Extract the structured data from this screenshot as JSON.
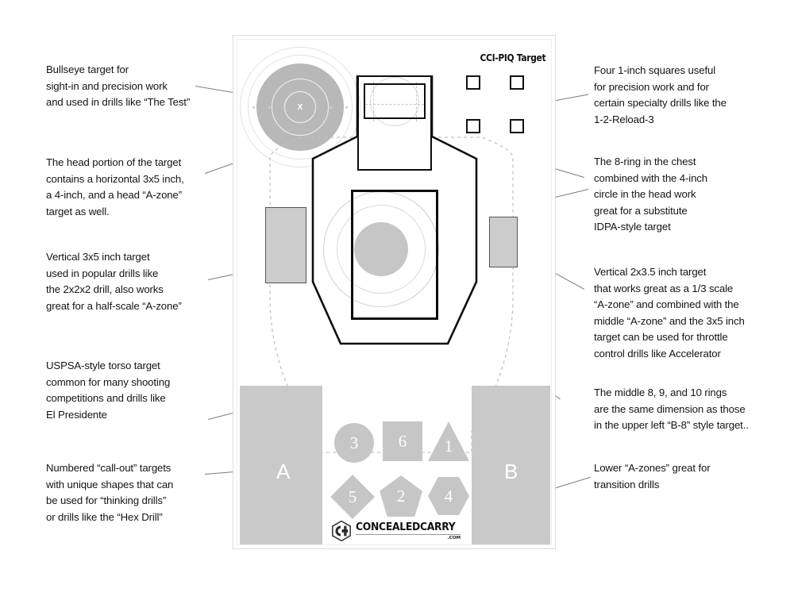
{
  "sheet": {
    "title": "CCI-PIQ Target",
    "bullseye": {
      "center_mark": "X"
    },
    "azone_labels": {
      "left": "A",
      "right": "B"
    },
    "callout_shapes": [
      {
        "shape": "circle",
        "number": "3"
      },
      {
        "shape": "square",
        "number": "6"
      },
      {
        "shape": "triangle",
        "number": "1"
      },
      {
        "shape": "diamond",
        "number": "5"
      },
      {
        "shape": "pentagon",
        "number": "2"
      },
      {
        "shape": "hexagon",
        "number": "4"
      }
    ],
    "logo": {
      "word": "CONCEALEDCARRY",
      "tld": ".COM",
      "mark": "cc-hex-logo-icon"
    }
  },
  "annotations": {
    "left": [
      {
        "id": "bullseye-note",
        "text": "Bullseye target for\nsight-in and precision work\nand used in drills like “The Test”"
      },
      {
        "id": "head-note",
        "text": "The head portion of the target\ncontains a horizontal 3x5 inch,\na 4-inch, and a head “A-zone”\ntarget as well."
      },
      {
        "id": "vertical35-note",
        "text": "Vertical 3x5 inch target\nused in popular drills like\nthe 2x2x2 drill, also works\ngreat for a half-scale “A-zone”"
      },
      {
        "id": "uspsa-note",
        "text": "USPSA-style torso target\ncommon for many shooting\ncompetitions and drills like\nEl Presidente"
      },
      {
        "id": "callout-note",
        "text": "Numbered “call-out” targets\nwith unique shapes that can\nbe used for “thinking drills”\nor drills like the “Hex Drill”"
      }
    ],
    "right": [
      {
        "id": "squares-note",
        "text": "Four 1-inch squares useful\nfor precision work and for\ncertain specialty drills like the\n1-2-Reload-3"
      },
      {
        "id": "eightring-note",
        "text": "The 8-ring in the chest\ncombined with the 4-inch\ncircle in the head work\ngreat for a substitute\nIDPA-style target"
      },
      {
        "id": "vertical235-note",
        "text": "Vertical 2x3.5 inch target\nthat works great as a 1/3 scale\n“A-zone” and combined with the\nmiddle “A-zone” and the 3x5 inch\ntarget can be used for throttle\ncontrol drills like Accelerator"
      },
      {
        "id": "rings-note",
        "text": "The middle 8, 9, and 10 rings\nare the same dimension as those\nin the upper left “B-8” style target.."
      },
      {
        "id": "lowerazone-note",
        "text": "Lower “A-zones” great for\ntransition drills"
      }
    ]
  },
  "colors": {
    "paper": "#ffffff",
    "ink": "#0d0d0d",
    "gray_fill": "#c6c6c6",
    "gray_block": "#c9c9c9",
    "bullseye_black": "#b8b8b8",
    "leader_line": "#7c7c7c",
    "dashed_azone": "#c2c2c2"
  }
}
